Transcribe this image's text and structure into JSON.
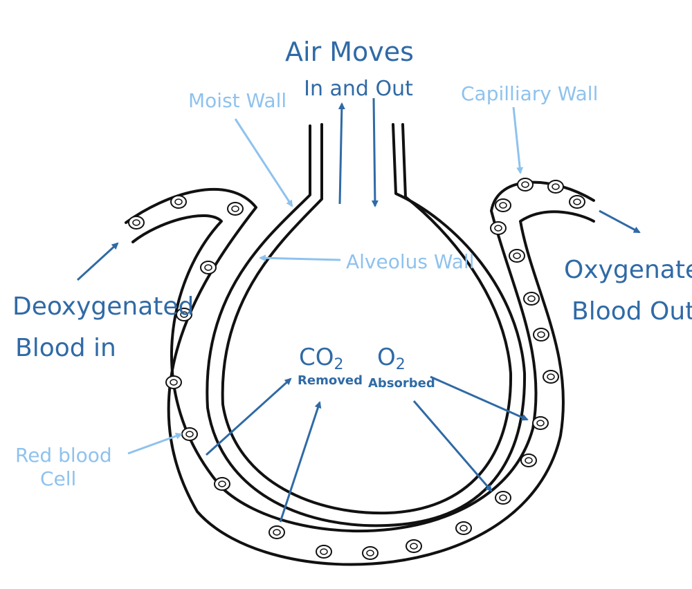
{
  "colors": {
    "outline": "#111111",
    "dark_label": "#2f6aa6",
    "light_label": "#8ec2ee",
    "background": "#ffffff"
  },
  "labels": {
    "air_moves": "Air Moves",
    "in_and_out": "In and Out",
    "moist_wall": "Moist Wall",
    "capillary_wall": "Capilliary Wall",
    "alveolus_wall": "Alveolus Wall",
    "deoxygenated_line1": "Deoxygenated",
    "deoxygenated_line2": "Blood in",
    "oxygenated_line1": "Oxygenated",
    "oxygenated_line2": "Blood Out",
    "co2_main": "CO",
    "co2_sub": "2",
    "o2_main": "O",
    "o2_sub": "2",
    "removed": "Removed",
    "absorbed": "Absorbed",
    "red_blood_line1": "Red blood",
    "red_blood_line2": "Cell"
  }
}
